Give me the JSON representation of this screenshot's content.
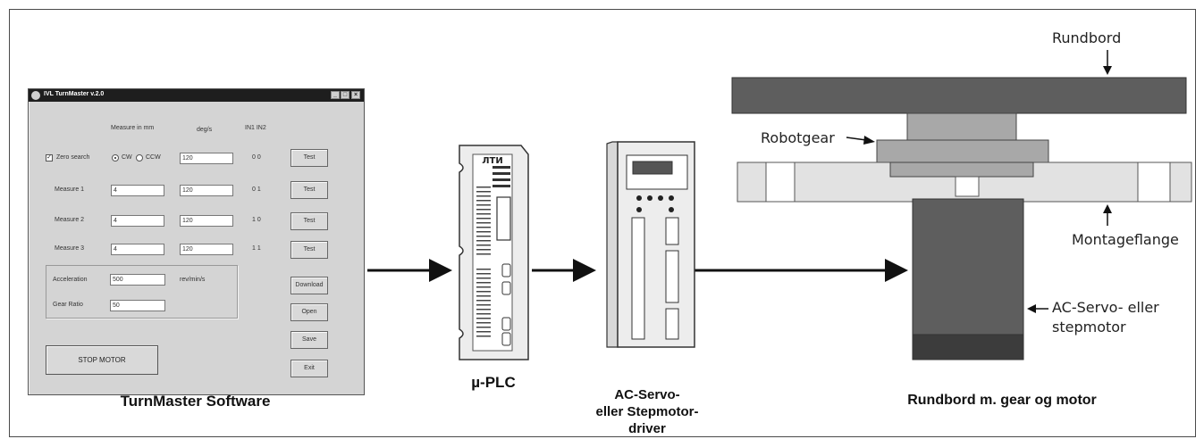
{
  "software": {
    "window_title": "IVL TurnMaster v.2.0",
    "window_buttons": [
      "_",
      "□",
      "×"
    ],
    "headers": {
      "measure": "Measure in mm",
      "speed": "deg/s",
      "io": "IN1 IN2"
    },
    "zero_search": {
      "label": "Zero search",
      "option_cw": "CW",
      "option_ccw": "CCW",
      "speed": "120",
      "io": "0  0",
      "button": "Test"
    },
    "rows": [
      {
        "label": "Measure 1",
        "value": "4",
        "speed": "120",
        "io": "0  1",
        "button": "Test"
      },
      {
        "label": "Measure 2",
        "value": "4",
        "speed": "120",
        "io": "1  0",
        "button": "Test"
      },
      {
        "label": "Measure 3",
        "value": "4",
        "speed": "120",
        "io": "1  1",
        "button": "Test"
      }
    ],
    "acceleration": {
      "label": "Acceleration",
      "value": "500",
      "unit": "rev/min/s"
    },
    "gear_ratio": {
      "label": "Gear Ratio",
      "value": "50"
    },
    "buttons": {
      "download": "Download",
      "open": "Open",
      "save": "Save",
      "exit": "Exit",
      "stop": "STOP MOTOR"
    },
    "caption": "TurnMaster Software"
  },
  "plc": {
    "brand": "ЛТИ",
    "caption": "µ-PLC"
  },
  "driver": {
    "caption_lines": [
      "AC-Servo-",
      "eller Stepmotor-",
      "driver"
    ]
  },
  "table": {
    "caption": "Rundbord m. gear og motor",
    "labels": {
      "rundbord": "Rundbord",
      "robotgear": "Robotgear",
      "montageflange": "Montageflange",
      "motor_line1": "AC-Servo- eller",
      "motor_line2": "stepmotor"
    }
  },
  "colors": {
    "dark_gray": "#5e5e5e",
    "mid_gray": "#a8a8a8",
    "light_gray": "#e2e2e2",
    "window_bg": "#d4d4d4",
    "title_bar": "#1e1e1e",
    "line": "#111111"
  }
}
